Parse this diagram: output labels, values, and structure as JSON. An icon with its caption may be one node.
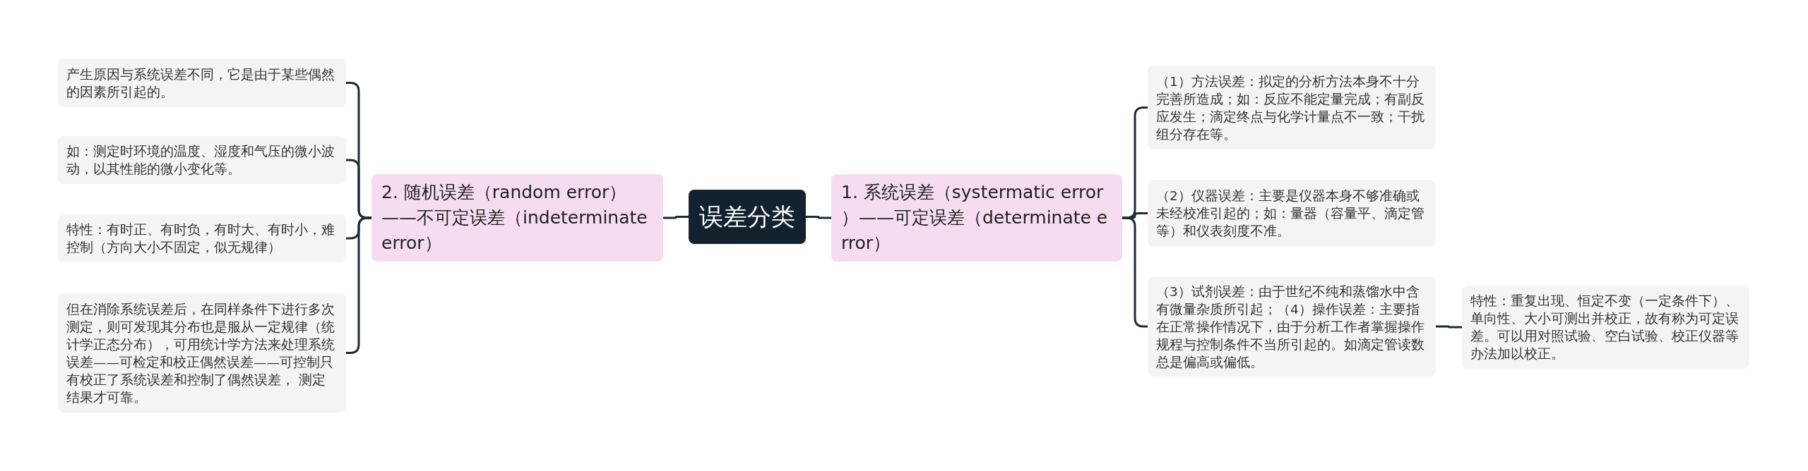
{
  "diagram": {
    "nodes": [
      {
        "text": [
          "误差分类"
        ]
      },
      {
        "text": [
          "2. 随机误差（random error）——不可定误差（indeterminate error）"
        ]
      },
      {
        "text": [
          "产生原因与系统误差不同，它是由于某些偶然的因素所引起的。"
        ]
      },
      {
        "text": [
          "如：测定时环境的温度、湿度和气压的微小波动，以其性能的微小变化等。"
        ]
      },
      {
        "text": [
          "特性：有时正、有时负，有时大、有时小，难控制（方向大小不固定，似无规律）"
        ]
      },
      {
        "text": [
          "但在消除系统误差后，在同样条件下进行多次测定，则可发现其分布也是服从一定规律（统计学正态分布），可用统计学方法来处理系统误差——可检定和校正偶然误差——可控制只有校正了系统误差和控制了偶然误差， 测定结果才可靠。"
        ]
      },
      {
        "text": [
          "1. 系统误差（systermatic error ）——可定误差（determinate error）"
        ]
      },
      {
        "text": [
          "（1）方法误差：拟定的分析方法本身不十分完善所造成；如：反应不能定量完成；有副反应发生；滴定终点与化学计量点不一致；干扰组分存在等。"
        ]
      },
      {
        "text": [
          "（2）仪器误差：主要是仪器本身不够准确或未经校准引起的；如：量器（容量平、滴定管等）和仪表刻度不准。"
        ]
      },
      {
        "text": [
          "（3）试剂误差：由于世纪不纯和蒸馏水中含有微量杂质所引起；（4）操作误差：主要指在正常操作情况下，由于分析工作者掌握操作规程与控制条件不当所引起的。如滴定管读数总是偏高或偏低。"
        ]
      },
      {
        "text": [
          "特性：重复出现、恒定不变（一定条件下）、单向性、大小可测出并校正，故有称为可定误差。可以用对照试验、空白试验、校正仪器等办法加以校正。"
        ]
      }
    ],
    "edges": [
      {
        "from": 0,
        "to": 1,
        "arrow": "none"
      },
      {
        "from": 1,
        "to": 2,
        "arrow": "none"
      },
      {
        "from": 1,
        "to": 3,
        "arrow": "none"
      },
      {
        "from": 1,
        "to": 4,
        "arrow": "none"
      },
      {
        "from": 1,
        "to": 5,
        "arrow": "none"
      },
      {
        "from": 0,
        "to": 6,
        "arrow": "none"
      },
      {
        "from": 6,
        "to": 7,
        "arrow": "none"
      },
      {
        "from": 6,
        "to": 8,
        "arrow": "none"
      },
      {
        "from": 6,
        "to": 9,
        "arrow": "none"
      },
      {
        "from": 9,
        "to": 10,
        "arrow": "none"
      }
    ]
  }
}
